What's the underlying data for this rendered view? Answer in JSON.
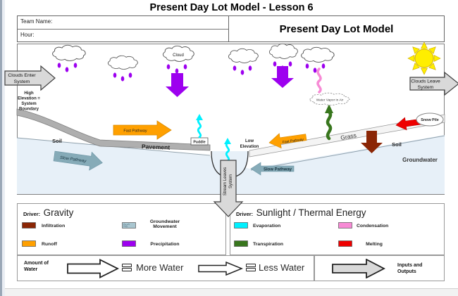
{
  "title": "Present Day Lot Model - Lesson 6",
  "form": {
    "team_name_label": "Team Name:",
    "hour_label": "Hour:",
    "box_title": "Present Day Lot Model"
  },
  "diagram": {
    "clouds_enter_l1": "Clouds Enter",
    "clouds_enter_l2": "System",
    "high_elev_l1": "High",
    "high_elev_l2": "Elevation =",
    "high_elev_l3": "System",
    "high_elev_l4": "Boundary",
    "cloud_label": "Cloud",
    "water_vapor": "Water Vapor in Air",
    "clouds_leave_l1": "Clouds Leave",
    "clouds_leave_l2": "System",
    "soil_left": "Soil",
    "pavement": "Pavement",
    "puddle": "Puddle",
    "fast_pathway_left": "Fast Pathway",
    "fast_pathway_right": "Fast Pathway",
    "slow_pathway_left": "Slow Pathway",
    "slow_pathway_right": "Slow Pathway",
    "low_elev_l1": "Low",
    "low_elev_l2": "Elevation",
    "grass": "Grass",
    "soil_right": "Soil",
    "groundwater": "Groundwater",
    "snow_pile": "Snow Pile",
    "stream_l1": "Stream Leaves",
    "stream_l2": "System"
  },
  "legend": {
    "gravity": {
      "driver_label": "Driver:",
      "name": "Gravity",
      "items": [
        {
          "label": "Infiltration",
          "color": "#8B2605"
        },
        {
          "label": "Groundwater Movement",
          "color": "#A9C6D0"
        },
        {
          "label": "Runoff",
          "color": "#FFA000"
        },
        {
          "label": "Precipitation",
          "color": "#9D00EF"
        }
      ]
    },
    "sunlight": {
      "driver_label": "Driver:",
      "name": "Sunlight / Thermal Energy",
      "items": [
        {
          "label": "Evaporation",
          "color": "#00F0FF"
        },
        {
          "label": "Condensation",
          "color": "#F78AD5"
        },
        {
          "label": "Transpiration",
          "color": "#38761D"
        },
        {
          "label": "Melting",
          "color": "#EE0000"
        }
      ]
    }
  },
  "footer": {
    "amount_l1": "Amount of",
    "amount_l2": "Water",
    "more": "More Water",
    "less": "Less Water",
    "io_l1": "Inputs and",
    "io_l2": "Outputs"
  },
  "colors": {
    "precipitation": "#9D00EF",
    "runoff": "#FFA000",
    "infiltration": "#8B2605",
    "evaporation": "#00F0FF",
    "condensation": "#F78AD5",
    "transpiration": "#38761D",
    "melting": "#EE0000",
    "slow_pathway": "#86ABB8",
    "groundwater_fill": "#E7F0F8",
    "gray_arrow": "#D9D9D9",
    "sun": "#FFEE00",
    "pavement": "#AFAFAF"
  }
}
